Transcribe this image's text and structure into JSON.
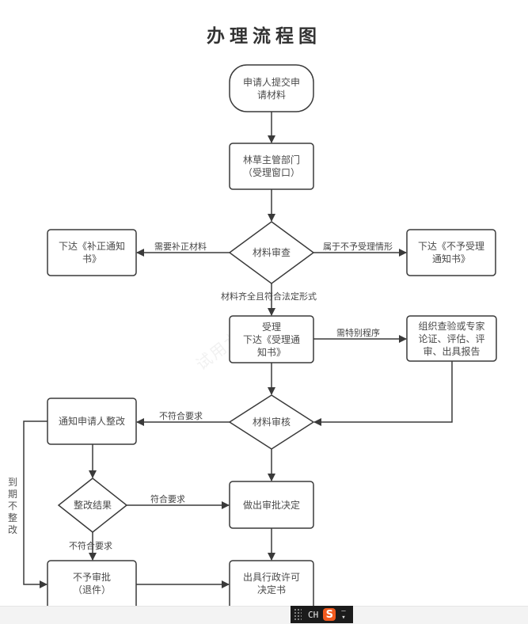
{
  "title": "办理流程图",
  "watermark": "试用水印",
  "nodes": {
    "start": "申请人提交申请材料",
    "dept": "林草主管部门（受理窗口）",
    "check_materials": "材料审查",
    "supplement_notice": "下达《补正通知书》",
    "reject_notice": "下达《不予受理通知书》",
    "accept": "受理 下达《受理通知书》",
    "special_procedure": "组织查验或专家论证、评估、评审、出具报告",
    "review": "材料审核",
    "notify_rectify": "通知申请人整改",
    "rectify_result": "整改结果",
    "decision": "做出审批决定",
    "deny": "不予审批（退件）",
    "issue_permit": "出具行政许可决定书"
  },
  "node_lines": {
    "start": [
      "申请人提交申",
      "请材料"
    ],
    "dept": [
      "林草主管部门",
      "（受理窗口）"
    ],
    "supplement_notice": [
      "下达《补正通知",
      "书》"
    ],
    "reject_notice": [
      "下达《不予受理",
      "通知书》"
    ],
    "accept": [
      "受理",
      "下达《受理通",
      "知书》"
    ],
    "special_procedure": [
      "组织查验或专家",
      "论证、评估、评",
      "审、出具报告"
    ],
    "deny": [
      "不予审批",
      "（退件）"
    ],
    "issue_permit": [
      "出具行政许可",
      "决定书"
    ]
  },
  "edges": {
    "need_supplement": "需要补正材料",
    "not_acceptable": "属于不予受理情形",
    "complete_legal": "材料齐全且符合法定形式",
    "special_needed": "需特别程序",
    "not_meet": "不符合要求",
    "meets": "符合要求",
    "not_meet_2": "不符合要求",
    "overdue": "到期不整改"
  },
  "taskbar": {
    "ime_lang": "CH",
    "ime_logo": "S",
    "ime_menu": "-\n▾"
  },
  "colors": {
    "stroke": "#3a3a3a",
    "text": "#4a4a4a",
    "title": "#333333",
    "ime_logo": "#f25a1e"
  }
}
